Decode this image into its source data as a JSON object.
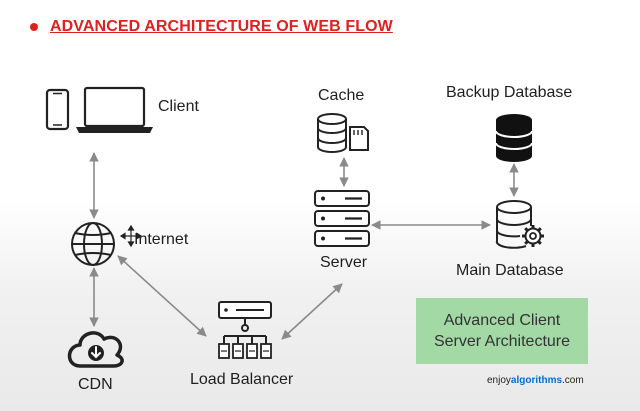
{
  "title": "ADVANCED ARCHITECTURE OF WEB FLOW",
  "nodes": {
    "client": "Client",
    "internet": "Internet",
    "cdn": "CDN",
    "load_balancer": "Load Balancer",
    "server": "Server",
    "cache": "Cache",
    "backup_database": "Backup Database",
    "main_database": "Main Database"
  },
  "callout": {
    "line1": "Advanced Client",
    "line2": "Server Architecture"
  },
  "brand": {
    "prefix": "enjoy",
    "highlight": "algorithms",
    "suffix": ".com"
  },
  "colors": {
    "title": "#e0201c",
    "callout_bg": "#a3d9a5",
    "arrow": "#8a8a8a",
    "icon": "#222222",
    "brand_accent": "#0b6cc6"
  },
  "connections": [
    [
      "client",
      "internet"
    ],
    [
      "internet",
      "cdn"
    ],
    [
      "internet",
      "load_balancer"
    ],
    [
      "load_balancer",
      "server"
    ],
    [
      "server",
      "cache"
    ],
    [
      "server",
      "main_database"
    ],
    [
      "main_database",
      "backup_database"
    ]
  ]
}
